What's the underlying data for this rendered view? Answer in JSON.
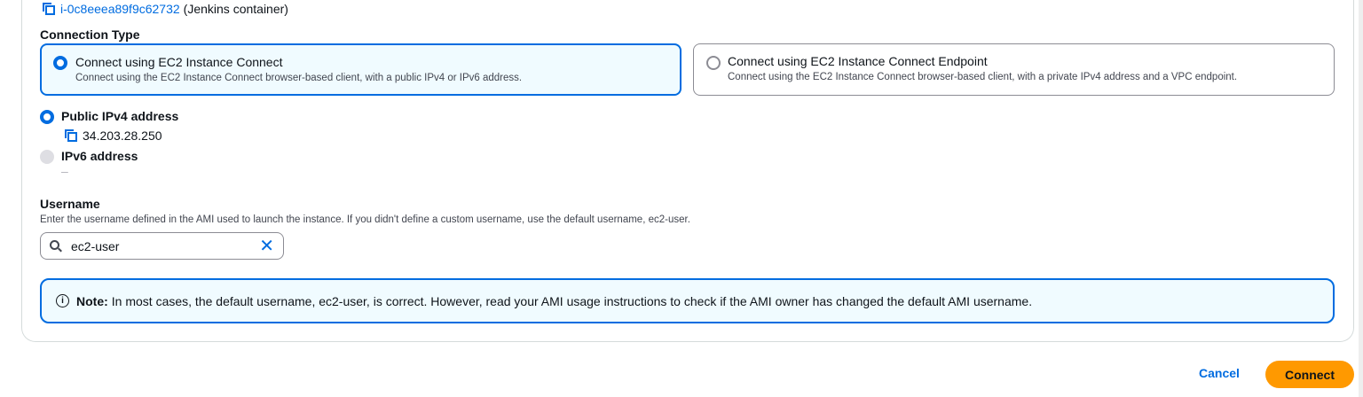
{
  "instance": {
    "id": "i-0c8eeea89f9c62732",
    "name_suffix": "(Jenkins container)"
  },
  "connection_type": {
    "label": "Connection Type",
    "options": [
      {
        "title": "Connect using EC2 Instance Connect",
        "description": "Connect using the EC2 Instance Connect browser-based client, with a public IPv4 or IPv6 address.",
        "selected": true
      },
      {
        "title": "Connect using EC2 Instance Connect Endpoint",
        "description": "Connect using the EC2 Instance Connect browser-based client, with a private IPv4 address and a VPC endpoint.",
        "selected": false
      }
    ]
  },
  "address": {
    "options": [
      {
        "label": "Public IPv4 address",
        "value": "34.203.28.250",
        "selected": true
      },
      {
        "label": "IPv6 address",
        "value": "–",
        "selected": false,
        "disabled": true
      }
    ]
  },
  "username": {
    "label": "Username",
    "help": "Enter the username defined in the AMI used to launch the instance. If you didn't define a custom username, use the default username, ec2-user.",
    "value": "ec2-user"
  },
  "note": {
    "strong": "Note:",
    "text": "In most cases, the default username, ec2-user, is correct. However, read your AMI usage instructions to check if the AMI owner has changed the default AMI username."
  },
  "actions": {
    "cancel_label": "Cancel",
    "connect_label": "Connect"
  },
  "icons": {
    "info": "i",
    "clear": "✕"
  }
}
